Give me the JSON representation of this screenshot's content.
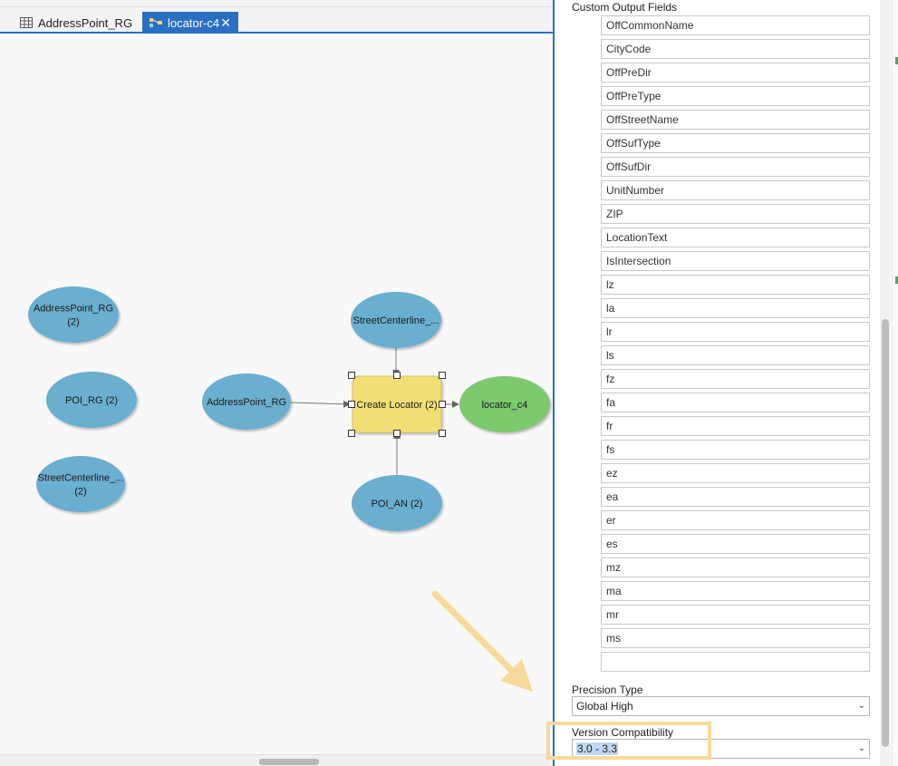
{
  "tabs": [
    {
      "label": "AddressPoint_RG",
      "active": false
    },
    {
      "label": "locator-c4",
      "active": true
    }
  ],
  "close_glyph": "✕",
  "diagram": {
    "nodes": [
      {
        "id": "ap_rg2",
        "label_lines": [
          "AddressPoint_RG",
          "(2)"
        ],
        "kind": "data"
      },
      {
        "id": "poi_rg2",
        "label_lines": [
          "POI_RG (2)"
        ],
        "kind": "data"
      },
      {
        "id": "sc2",
        "label_lines": [
          "StreetCenterline_...",
          "(2)"
        ],
        "kind": "data"
      },
      {
        "id": "ap_rg",
        "label_lines": [
          "AddressPoint_RG"
        ],
        "kind": "data"
      },
      {
        "id": "sc",
        "label_lines": [
          "StreetCenterline_..."
        ],
        "kind": "data"
      },
      {
        "id": "tool",
        "label_lines": [
          "Create Locator (2)"
        ],
        "kind": "tool"
      },
      {
        "id": "out",
        "label_lines": [
          "locator_c4"
        ],
        "kind": "output"
      },
      {
        "id": "poi_an",
        "label_lines": [
          "POI_AN (2)"
        ],
        "kind": "data"
      }
    ],
    "colors": {
      "data": "#6aaed0",
      "tool": "#f2e077",
      "output": "#7cc96e"
    }
  },
  "panel": {
    "custom_output_label": "Custom Output Fields",
    "fields": [
      "OffCommonName",
      "CityCode",
      "OffPreDir",
      "OffPreType",
      "OffStreetName",
      "OffSufType",
      "OffSufDir",
      "UnitNumber",
      "ZIP",
      "LocationText",
      "IsIntersection",
      "lz",
      "la",
      "lr",
      "ls",
      "fz",
      "fa",
      "fr",
      "fs",
      "ez",
      "ea",
      "er",
      "es",
      "mz",
      "ma",
      "mr",
      "ms",
      ""
    ],
    "precision_label": "Precision Type",
    "precision_value": "Global High",
    "version_label": "Version Compatibility",
    "version_value": "3.0 - 3.3"
  },
  "icons": {
    "chevron": "chevron-down-icon"
  }
}
